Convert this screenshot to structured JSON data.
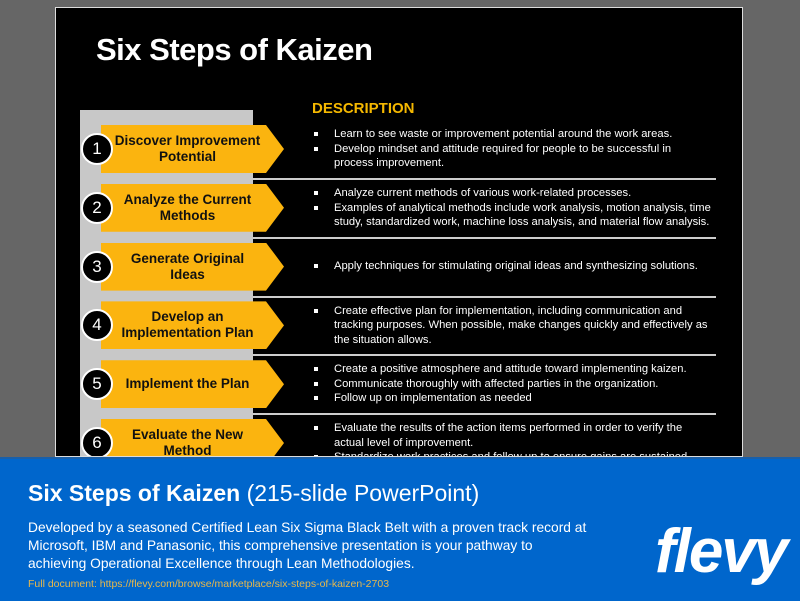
{
  "slide": {
    "title": "Six Steps of Kaizen",
    "description_header": "DESCRIPTION",
    "steps": [
      {
        "number": "1",
        "label": "Discover Improvement Potential",
        "bullets": [
          "Learn to see waste or improvement potential around the work areas.",
          "Develop mindset and attitude required for people to be successful in process improvement."
        ]
      },
      {
        "number": "2",
        "label": "Analyze the Current Methods",
        "bullets": [
          "Analyze current methods of various work-related processes.",
          "Examples of analytical methods include work analysis, motion analysis, time study, standardized work, machine loss analysis, and material flow analysis."
        ]
      },
      {
        "number": "3",
        "label": "Generate Original Ideas",
        "bullets": [
          "Apply techniques for stimulating original ideas and synthesizing solutions."
        ]
      },
      {
        "number": "4",
        "label": "Develop an Implementation Plan",
        "bullets": [
          "Create effective plan for implementation, including communication and tracking purposes. When possible, make changes quickly and effectively as the situation allows."
        ]
      },
      {
        "number": "5",
        "label": "Implement the Plan",
        "bullets": [
          "Create a positive atmosphere and attitude toward implementing kaizen.",
          "Communicate thoroughly with affected parties in the organization.",
          "Follow up on implementation as needed"
        ]
      },
      {
        "number": "6",
        "label": "Evaluate the New Method",
        "bullets": [
          "Evaluate the results of the action items performed in order to verify the actual level of improvement.",
          "Standardize work practices and follow up to ensure gains are sustained."
        ]
      }
    ]
  },
  "banner": {
    "title": "Six Steps of Kaizen",
    "subtitle": "(215-slide PowerPoint)",
    "text": "Developed by a seasoned Certified Lean Six Sigma Black Belt with a proven track record at Microsoft, IBM and Panasonic, this comprehensive presentation is your pathway to achieving Operational Excellence through Lean Methodologies.",
    "link": "Full document: https://flevy.com/browse/marketplace/six-steps-of-kaizen-2703",
    "logo": "flevy"
  },
  "colors": {
    "accent": "#fbb40f",
    "banner": "#0066cc",
    "link": "#e8b84a"
  }
}
